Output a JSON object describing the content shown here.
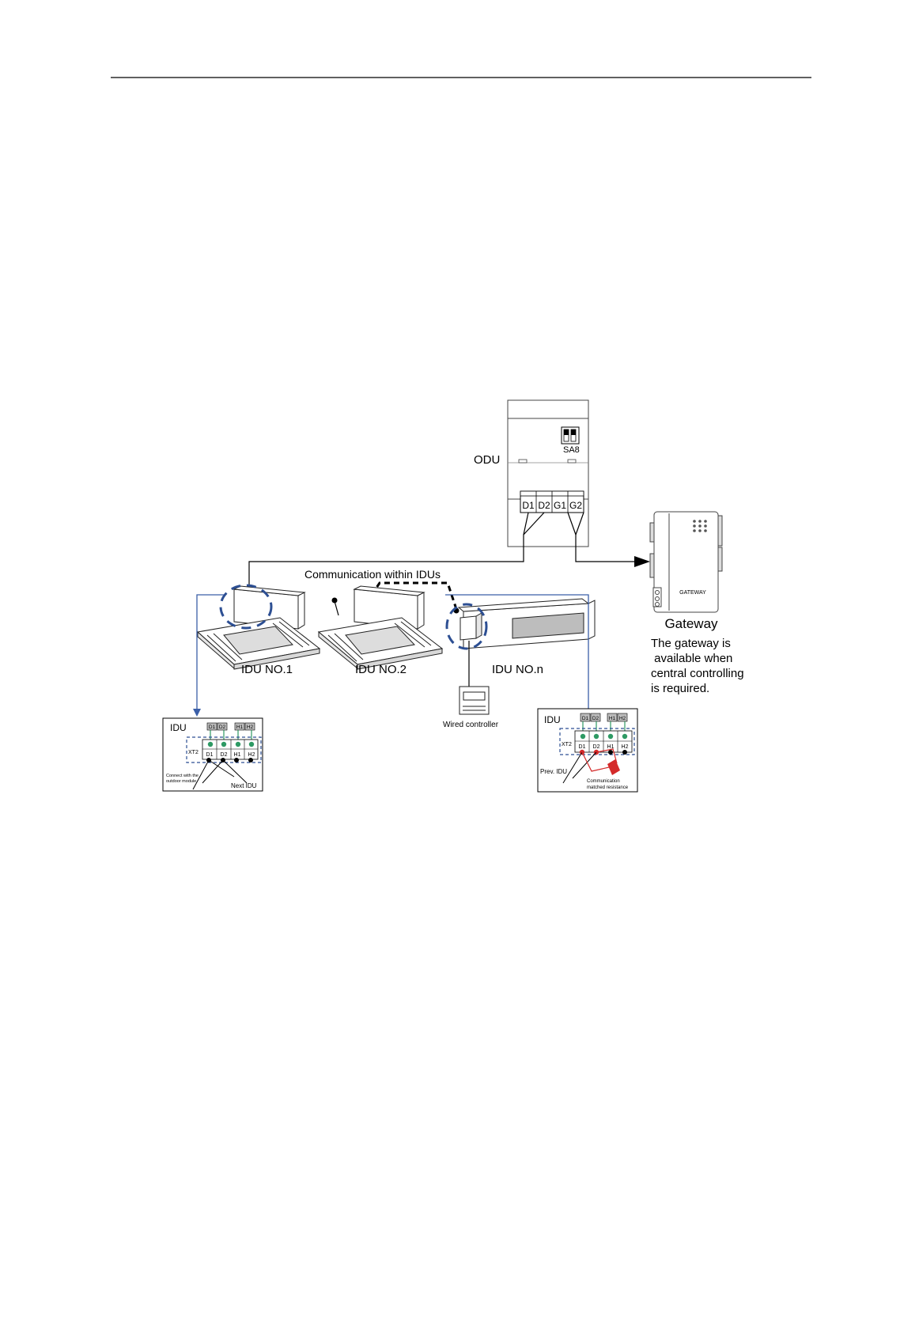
{
  "odu": {
    "title": "ODU",
    "switch_label": "SA8",
    "terminals": [
      "D1",
      "D2",
      "G1",
      "G2"
    ]
  },
  "bus": {
    "label": "Communication within IDUs"
  },
  "idus": {
    "unit1": "IDU NO.1",
    "unit2": "IDU NO.2",
    "unitn": "IDU NO.n"
  },
  "wired_controller": {
    "label": "Wired controller"
  },
  "gateway": {
    "device_text": "GATEWAY",
    "title": "Gateway",
    "note_lines": [
      "The gateway is",
      " available when",
      "central controlling",
      "is required."
    ]
  },
  "detail_left": {
    "title": "IDU",
    "strip_name": "XT2",
    "top_tags": [
      "D1",
      "D2",
      "H1",
      "H2"
    ],
    "terminals": [
      "D1",
      "D2",
      "H1",
      "H2"
    ],
    "note_connect": [
      "Connect with the",
      "outdoor module"
    ],
    "note_next": "Next IDU"
  },
  "detail_right": {
    "title": "IDU",
    "strip_name": "XT2",
    "top_tags": [
      "D1",
      "D2",
      "H1",
      "H2"
    ],
    "terminals": [
      "D1",
      "D2",
      "H1",
      "H2"
    ],
    "note_prev": "Prev. IDU",
    "note_resistance": [
      "Communication",
      "matched resistance"
    ]
  },
  "colors": {
    "blue_lead": "#3b5fa8",
    "dash_circle": "#2d4f93",
    "terminal_green": "#2e9a64",
    "resistor_red": "#d42a2a"
  }
}
